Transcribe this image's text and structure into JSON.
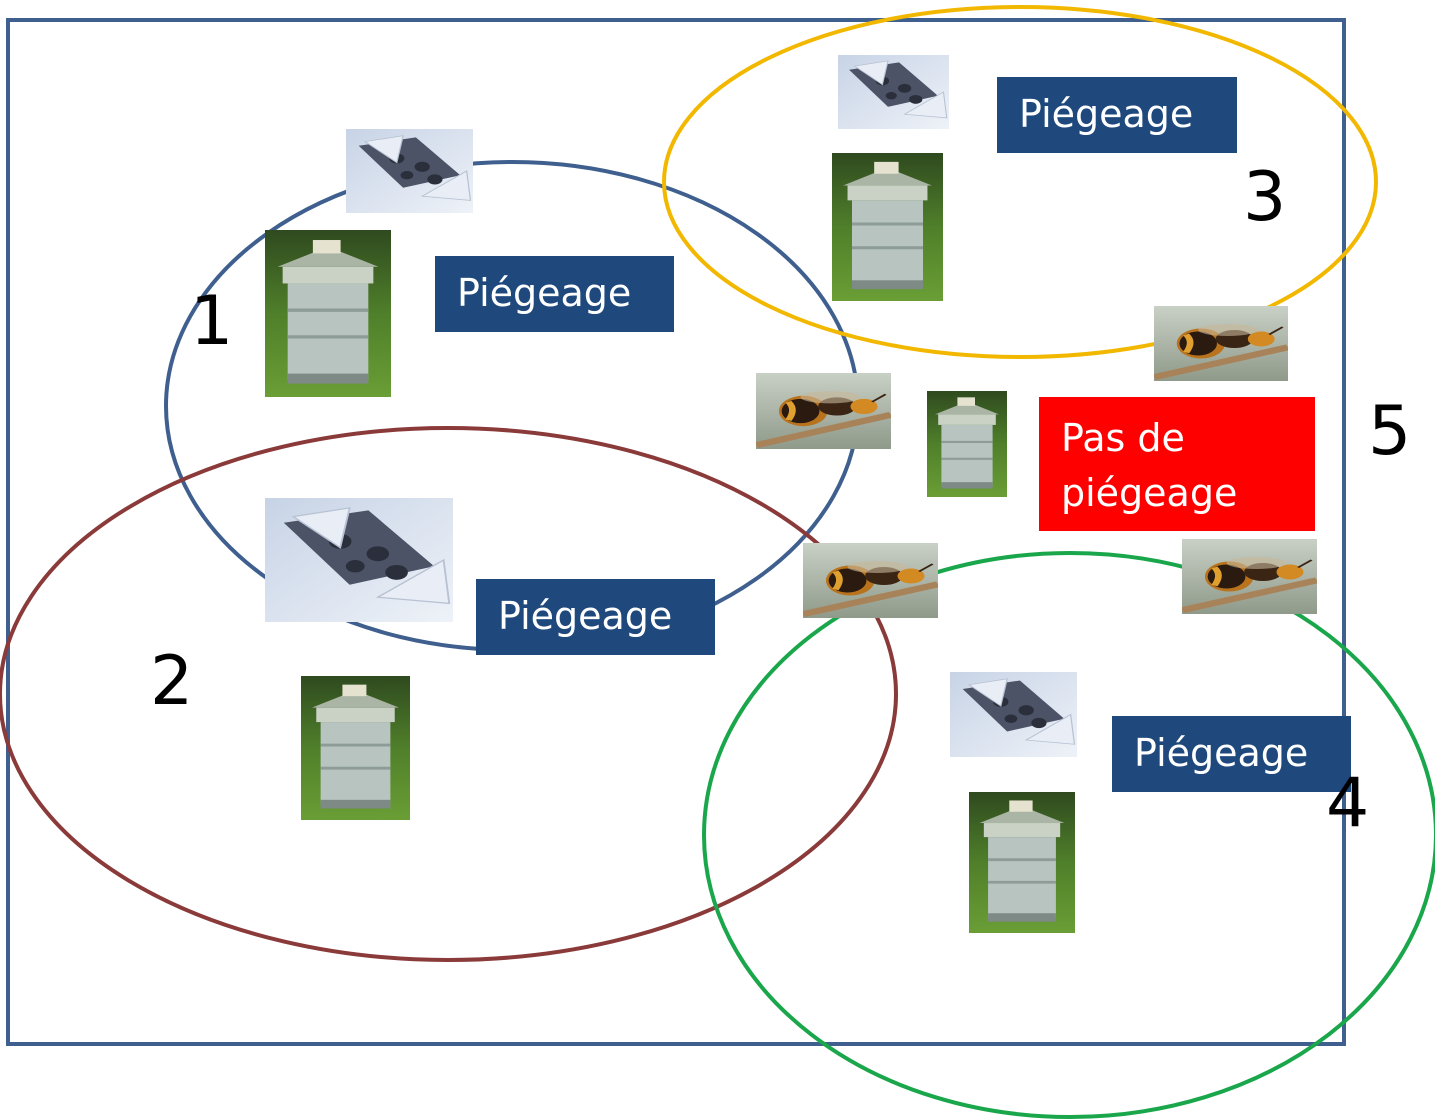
{
  "zones": [
    {
      "number": "1",
      "label": "Piégeage",
      "color": "#3f5f8f"
    },
    {
      "number": "2",
      "label": "Piégeage",
      "color": "#8b3a3a"
    },
    {
      "number": "3",
      "label": "Piégeage",
      "color": "#f2b800"
    },
    {
      "number": "4",
      "label": "Piégeage",
      "color": "#1aa64b"
    }
  ],
  "outside": {
    "number": "5",
    "label_line1": "Pas de",
    "label_line2": "piégeage",
    "color": "#ff0000"
  },
  "colors": {
    "frame": "#3f5f8f",
    "label_bg": "#1f497d"
  },
  "icons": [
    "beehive-photo",
    "trap-photo",
    "hornet-photo"
  ]
}
